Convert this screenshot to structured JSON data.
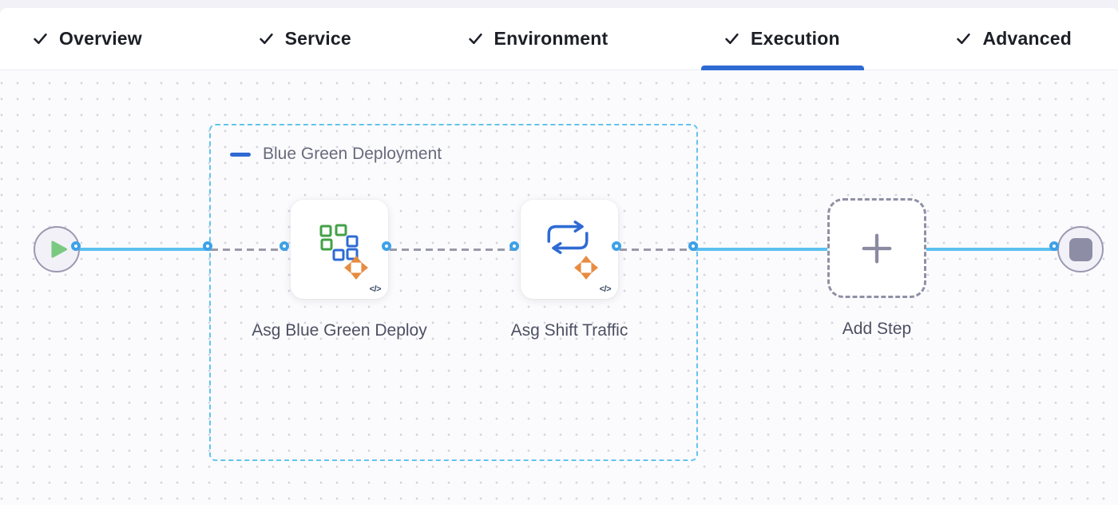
{
  "header": {
    "tabs": [
      {
        "label": "Overview",
        "checked": true,
        "active": false
      },
      {
        "label": "Service",
        "checked": true,
        "active": false
      },
      {
        "label": "Environment",
        "checked": true,
        "active": false
      },
      {
        "label": "Execution",
        "checked": true,
        "active": true
      },
      {
        "label": "Advanced",
        "checked": true,
        "active": false
      }
    ],
    "active_tab": "Execution"
  },
  "pipeline": {
    "start_node_icon": "play-icon",
    "end_node_icon": "stop-icon",
    "group": {
      "label": "Blue Green Deployment",
      "collapse_icon": "minus-icon"
    },
    "steps": [
      {
        "label": "Asg Blue Green Deploy",
        "icon": "asg-blue-green-deploy-icon",
        "script_badge": "</>"
      },
      {
        "label": "Asg Shift Traffic",
        "icon": "asg-shift-traffic-icon",
        "script_badge": "</>"
      }
    ],
    "add_step": {
      "label": "Add Step",
      "icon": "plus-icon"
    }
  },
  "colors": {
    "active_tab_underline": "#2e6ad3",
    "tab_text": "#1c1f26",
    "solid_link_blue": "#5cc0f1",
    "port_ring_blue": "#3da1e8",
    "connector_dash_gray": "#9a9aa9",
    "group_border_cyan": "#63c4ec",
    "collapse_minus_blue": "#3069d2",
    "group_label_gray": "#686a7c",
    "step_label_gray": "#4d5063",
    "icon_green": "#43a047",
    "icon_blue": "#2e6bd3",
    "icon_orange": "#e88b40",
    "play_green": "#7bc981",
    "node_gray": "#8d8ea5"
  }
}
